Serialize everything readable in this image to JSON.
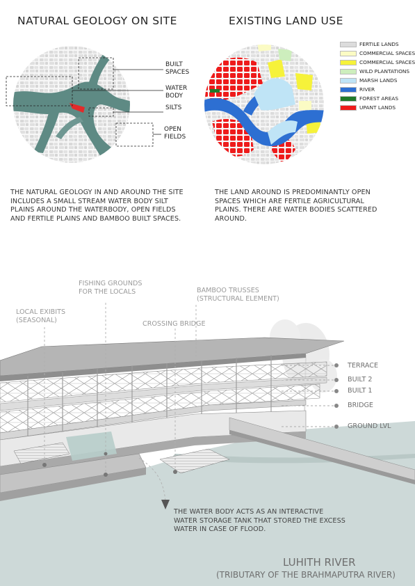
{
  "map1": {
    "title": "NATURAL GEOLOGY ON SITE",
    "callouts": [
      {
        "id": "built",
        "text": "BUILT\nSPACES"
      },
      {
        "id": "water",
        "text": "WATER\nBODY"
      },
      {
        "id": "silts",
        "text": "SILTS"
      },
      {
        "id": "open",
        "text": "OPEN\nFIELDS"
      }
    ],
    "description": "THE NATURAL GEOLOGY IN AND AROUND THE SITE INCLUDES A SMALL STREAM WATER BODY SILT PLAINS AROUND THE WATERBODY, OPEN FIELDS AND FERTILE PLAINS AND  BAMBOO BUILT SPACES.",
    "colors": {
      "water": "#5e8a84",
      "land": "#e4e4e4",
      "silt": "#e32a2a"
    }
  },
  "map2": {
    "title": "EXISTING LAND USE",
    "legend": [
      {
        "label": "FERTILE LANDS",
        "color": "#dcdcdc"
      },
      {
        "label": "COMMERCIAL SPACES",
        "color": "#fbfbc4"
      },
      {
        "label": "COMMERCIAL SPACES",
        "color": "#f6f23a"
      },
      {
        "label": "WILD PLANTATIONS",
        "color": "#cdeebd"
      },
      {
        "label": "MARSH LANDS",
        "color": "#bfe4f6"
      },
      {
        "label": "RIVER",
        "color": "#2d6fd2"
      },
      {
        "label": "FOREST AREAS",
        "color": "#1f7a2a"
      },
      {
        "label": "UPANT LANDS",
        "color": "#ee1b1b"
      }
    ],
    "description": "THE LAND AROUND IS PREDOMINANTLY OPEN SPACES WHICH ARE FERTILE AGRICULTURAL PLAINS. THERE ARE WATER BODIES SCATTERED AROUND."
  },
  "section": {
    "labels": {
      "fishing": "FISHING GROUNDS\nFOR THE LOCALS",
      "bamboo": "BAMBOO TRUSSES\n(STRUCTURAL ELEMENT)",
      "exhibits": "LOCAL EXIBITS\n(SEASONAL)",
      "bridge_cross": "CROSSING BRIDGE"
    },
    "levels": [
      "TERRACE",
      "BUILT 2",
      "BUILT 1",
      "BRIDGE",
      "GROUND LVL"
    ],
    "water_note": "THE WATER BODY ACTS AS AN INTERACTIVE WATER STORAGE TANK THAT STORED THE EXCESS WATER IN CASE OF FLOOD.",
    "river_name": "LUHITH RIVER",
    "river_sub": "(TRIBUTARY OF THE BRAHMAPUTRA RIVER)",
    "colors": {
      "river": "#cdd9d8",
      "structure": "#8a8a8a",
      "label": "#9a9a9a"
    }
  }
}
